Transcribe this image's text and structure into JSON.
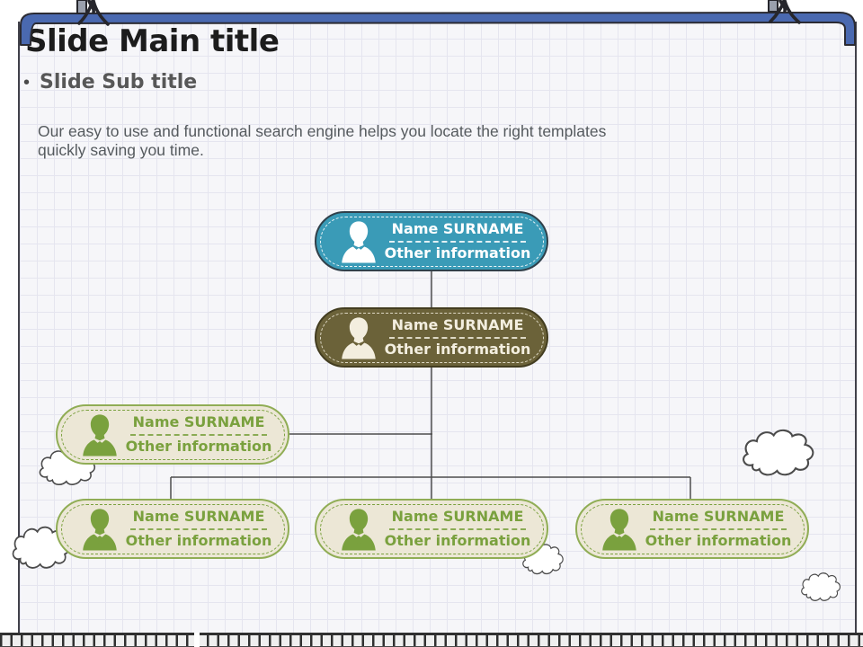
{
  "slide": {
    "title": "Slide Main title",
    "bullet_glyph": "•",
    "subtitle": "Slide Sub title",
    "body_line1": "Our easy to use and functional search engine helps you locate the right templates",
    "body_line2": "quickly saving you time."
  },
  "org_chart": {
    "nodes": [
      {
        "role": "root",
        "style": "teal",
        "name": "Name SURNAME",
        "info": "Other information"
      },
      {
        "role": "manager",
        "style": "olive",
        "name": "Name SURNAME",
        "info": "Other information"
      },
      {
        "role": "assistant",
        "style": "outline",
        "name": "Name SURNAME",
        "info": "Other information"
      },
      {
        "role": "child-1",
        "style": "outline",
        "name": "Name SURNAME",
        "info": "Other information"
      },
      {
        "role": "child-2",
        "style": "outline",
        "name": "Name SURNAME",
        "info": "Other information"
      },
      {
        "role": "child-3",
        "style": "outline",
        "name": "Name SURNAME",
        "info": "Other information"
      }
    ]
  },
  "colors": {
    "bar_blue": "#4a69b0",
    "teal": "#3a9bb7",
    "olive": "#6b6239",
    "accent_green": "#7aa13e",
    "cream": "#ece7d6",
    "paper": "#f6f6f9",
    "ink": "#1c1c1c",
    "gray_text": "#555a5e"
  }
}
